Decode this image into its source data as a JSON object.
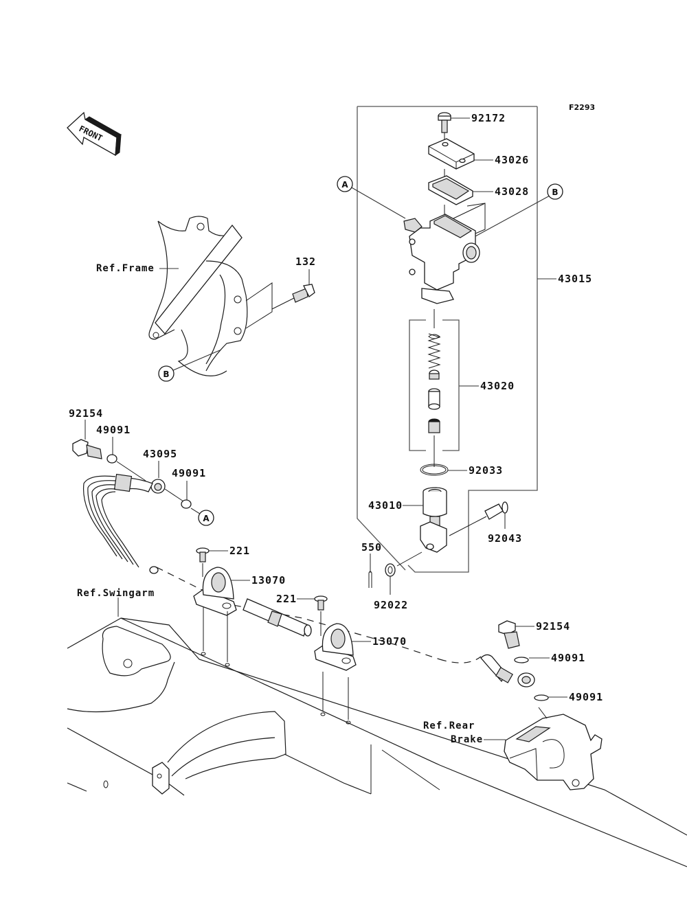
{
  "figure_id": "F2293",
  "front_indicator": {
    "label": "FRONT",
    "icon": "front-arrow-icon"
  },
  "reference_labels": {
    "frame": "Ref.Frame",
    "swingarm": "Ref.Swingarm",
    "rear_brake_line1": "Ref.Rear",
    "rear_brake_line2": "Brake"
  },
  "callouts": {
    "a_top": "A",
    "b_top": "B",
    "b_frame": "B",
    "a_hose": "A"
  },
  "parts": {
    "p92172": "92172",
    "p43026": "43026",
    "p43028": "43028",
    "p43015": "43015",
    "p43020": "43020",
    "p92033": "92033",
    "p43010": "43010",
    "p92043": "92043",
    "p550": "550",
    "p92022": "92022",
    "p132": "132",
    "p92154_left": "92154",
    "p49091_left_1": "49091",
    "p43095": "43095",
    "p49091_left_2": "49091",
    "p221_1": "221",
    "p13070_1": "13070",
    "p221_2": "221",
    "p13070_2": "13070",
    "p92154_right": "92154",
    "p49091_right_1": "49091",
    "p49091_right_2": "49091"
  }
}
